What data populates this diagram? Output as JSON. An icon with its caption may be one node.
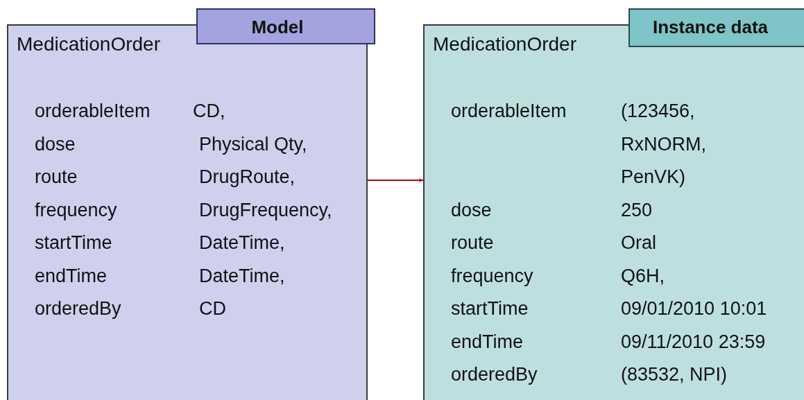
{
  "diagram": {
    "nodes": [
      {
        "text": [
          "MedicationOrder",
          "orderableItem",
          "CD,",
          "dose",
          "Physical Qty,",
          "route",
          "DrugRoute,",
          "frequency",
          "DrugFrequency,",
          "startTime",
          "DateTime,",
          "endTime",
          "DateTime,",
          "orderedBy",
          "CD"
        ]
      },
      {
        "text": [
          "Model"
        ]
      },
      {
        "text": [
          "MedicationOrder",
          "orderableItem",
          "(123456, RxNORM, PenVK)",
          "dose",
          "250",
          "route",
          "Oral",
          "frequency",
          "Q6H,",
          "startTime",
          "09/01/2010 10:01",
          "endTime",
          "09/11/2010 23:59",
          "orderedBy",
          "(83532, NPI)"
        ]
      },
      {
        "text": [
          "Instance data"
        ]
      }
    ],
    "edges": [
      {
        "from": 0,
        "to": 2,
        "arrow": "to",
        "color": "#c00000"
      }
    ]
  }
}
